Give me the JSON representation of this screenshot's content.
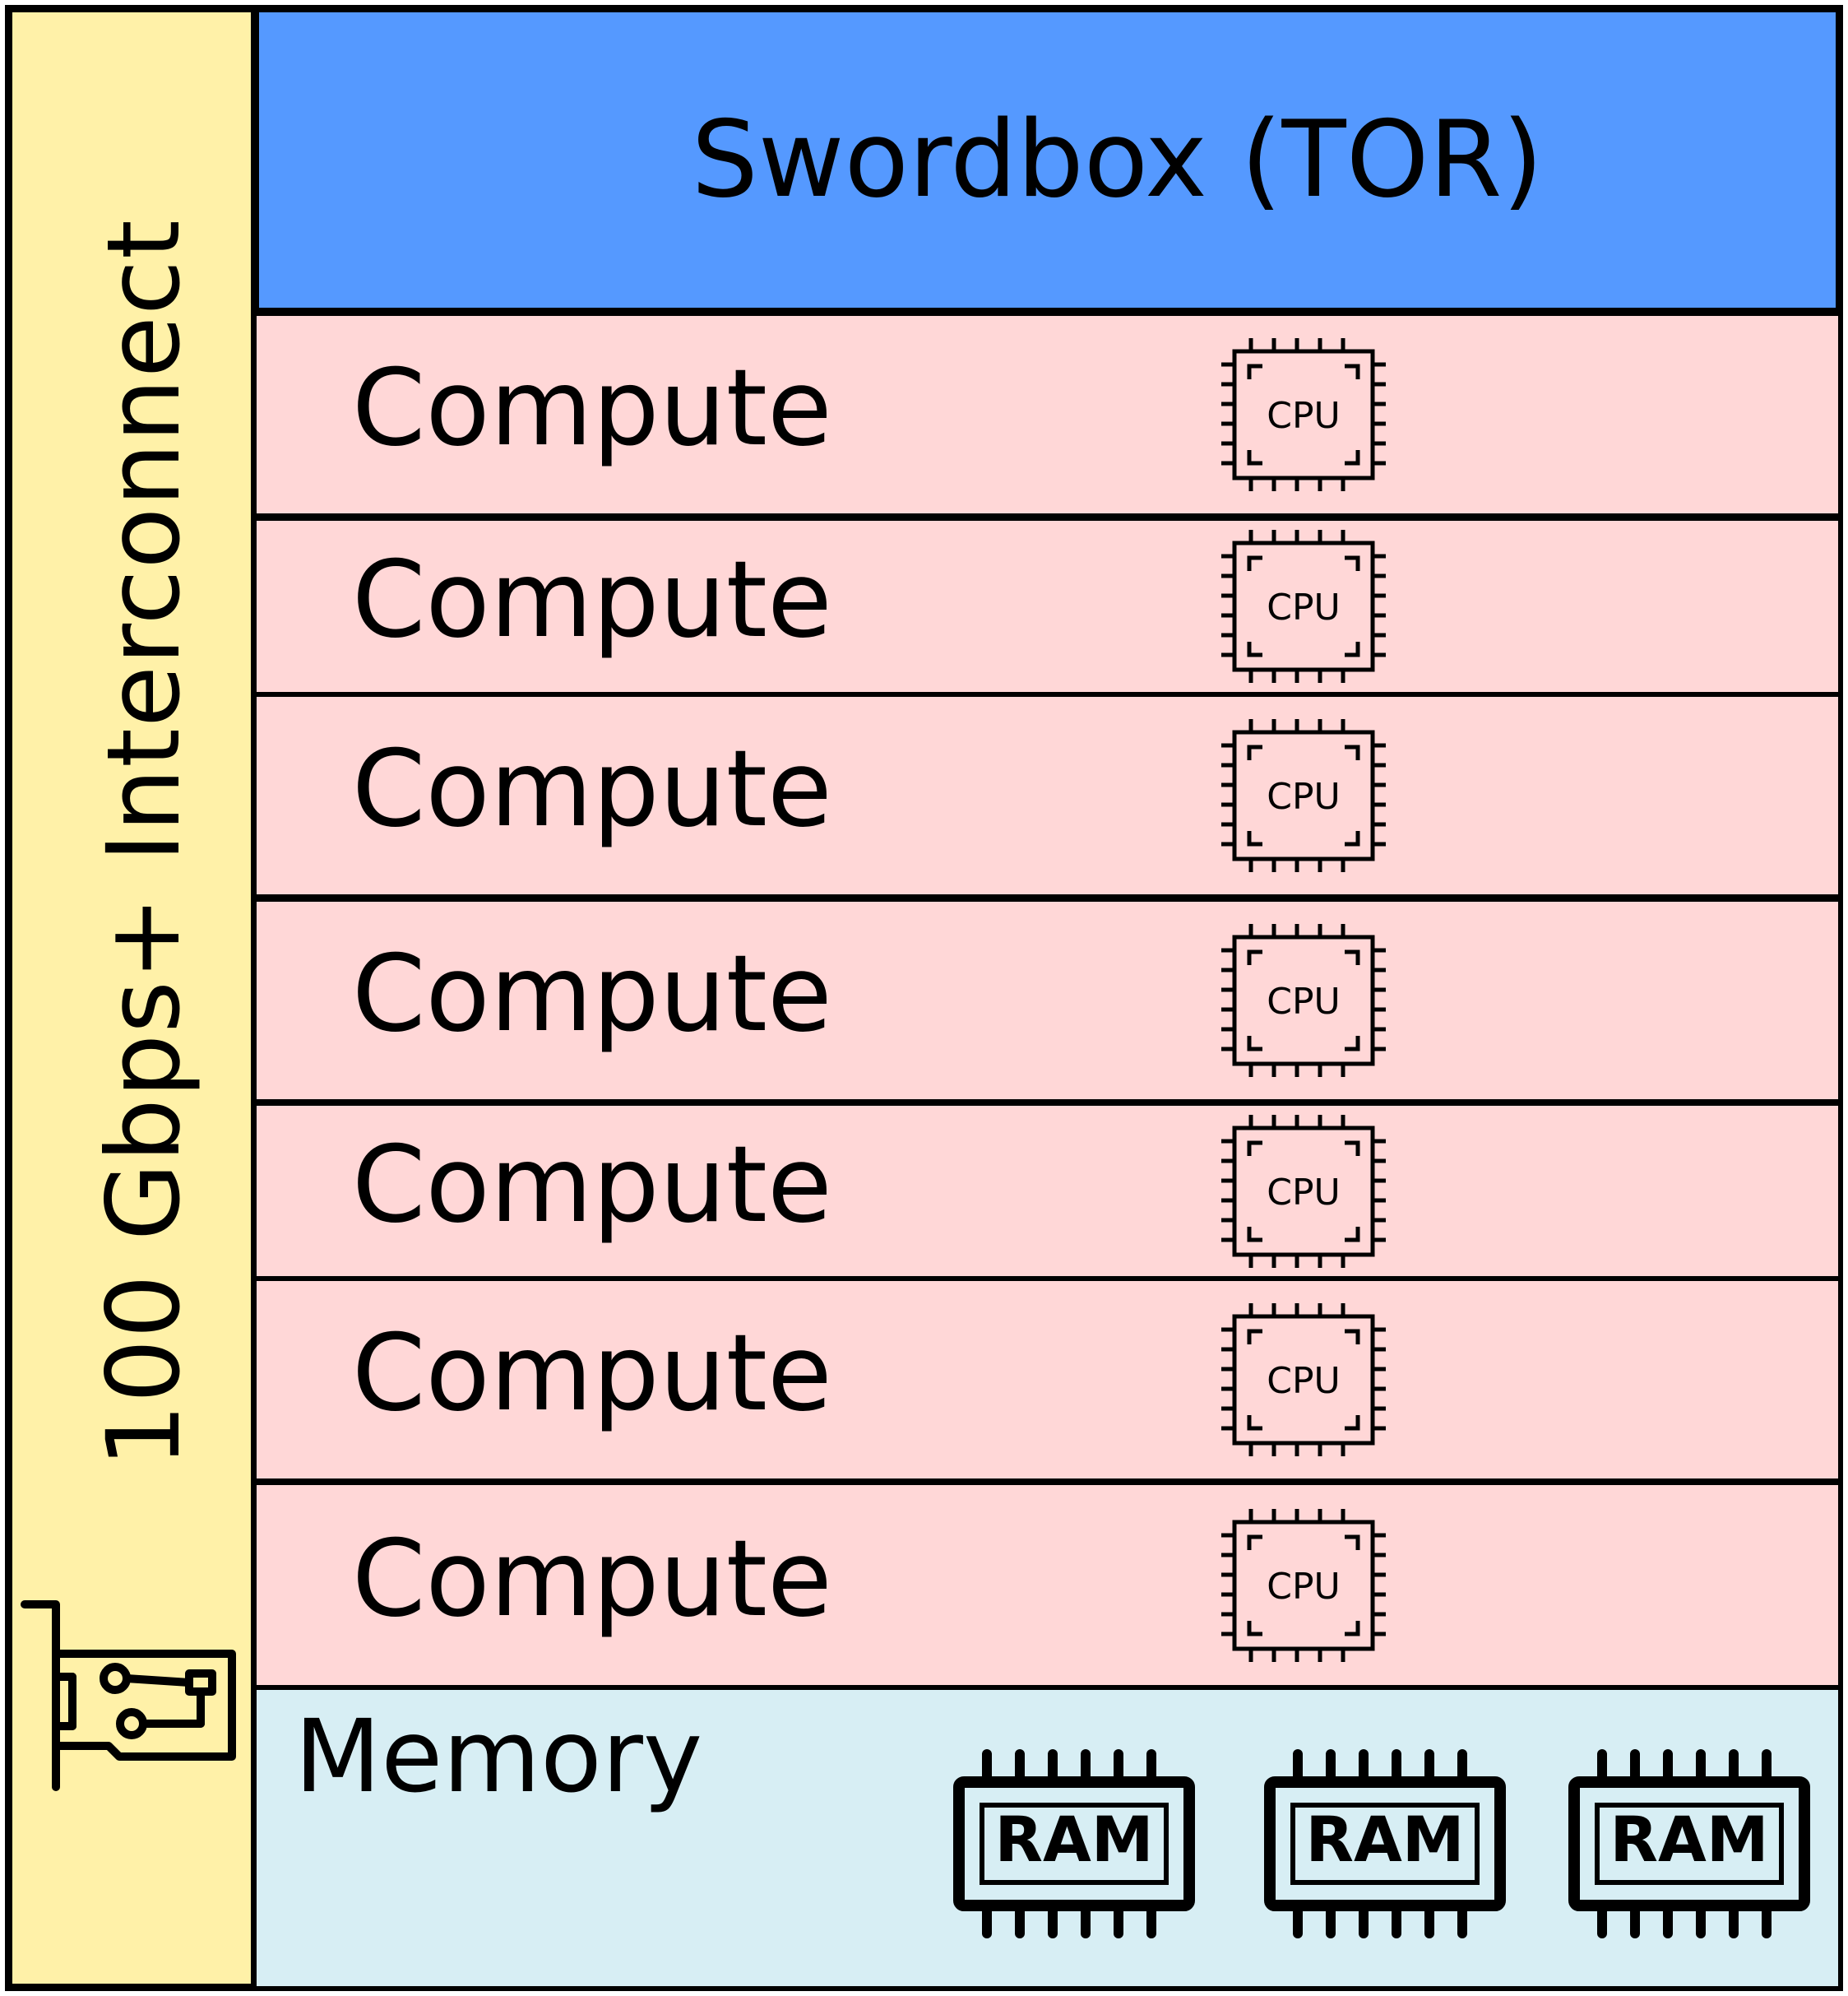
{
  "interconnect": {
    "label": "100 Gbps+ Interconnect",
    "icon": "network-card-icon"
  },
  "swordbox": {
    "title": "Swordbox (TOR)"
  },
  "compute_rows": [
    {
      "label": "Compute",
      "chip_label": "CPU"
    },
    {
      "label": "Compute",
      "chip_label": "CPU"
    },
    {
      "label": "Compute",
      "chip_label": "CPU"
    },
    {
      "label": "Compute",
      "chip_label": "CPU"
    },
    {
      "label": "Compute",
      "chip_label": "CPU"
    },
    {
      "label": "Compute",
      "chip_label": "CPU"
    },
    {
      "label": "Compute",
      "chip_label": "CPU"
    }
  ],
  "memory": {
    "label": "Memory",
    "modules": [
      {
        "label": "RAM"
      },
      {
        "label": "RAM"
      },
      {
        "label": "RAM"
      }
    ]
  },
  "colors": {
    "interconnect": "#fff1a8",
    "swordbox": "#5599ff",
    "compute": "#ffd7d7",
    "memory": "#d7eef4",
    "outline": "#000000"
  }
}
